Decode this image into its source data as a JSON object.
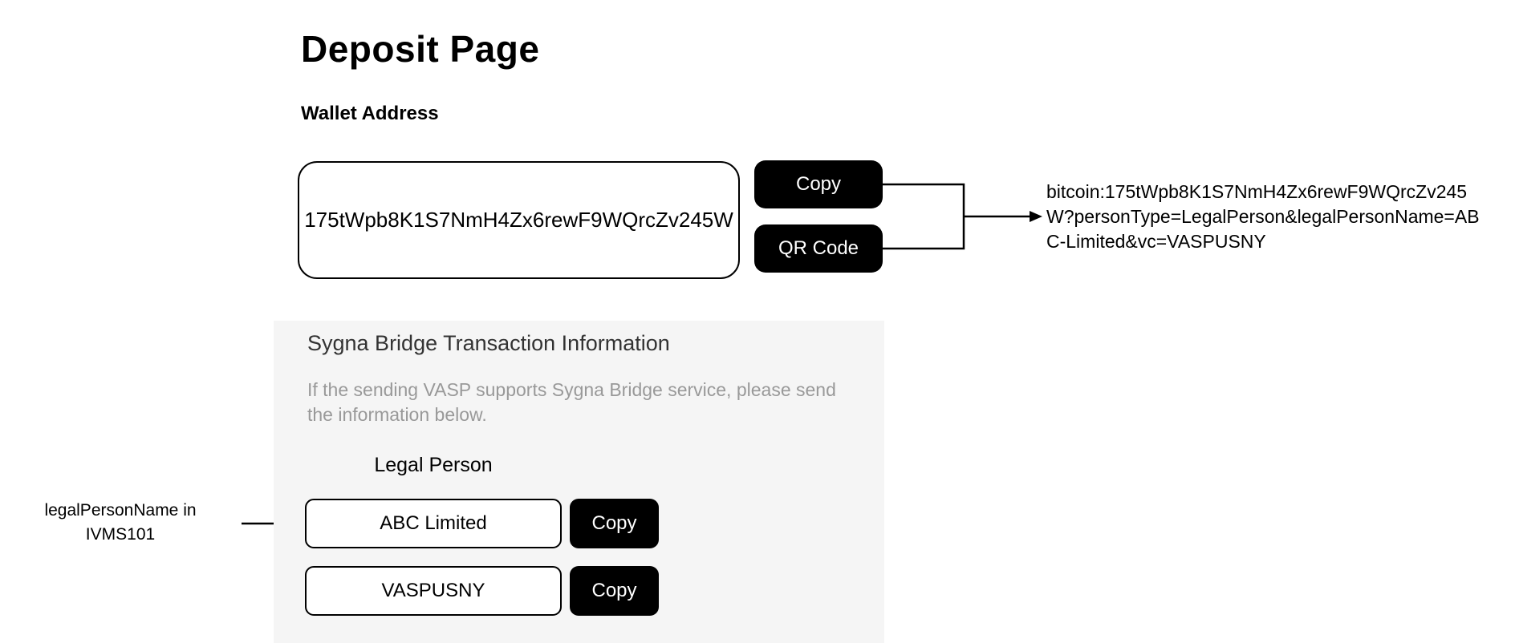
{
  "page_title": "Deposit Page",
  "wallet": {
    "section_label": "Wallet Address",
    "address": "175tWpb8K1S7NmH4Zx6rewF9WQrcZv245W",
    "copy_label": "Copy",
    "qr_label": "QR Code",
    "deposit_uri": "bitcoin:175tWpb8K1S7NmH4Zx6rewF9WQrcZv245W?personType=LegalPerson&legalPersonName=ABC-Limited&vc=VASPUSNY"
  },
  "sygna": {
    "title": "Sygna Bridge Transaction Information",
    "description": "If the sending VASP supports Sygna Bridge service, please send the information below.",
    "legal_person_heading": "Legal Person",
    "fields": [
      {
        "value": "ABC Limited",
        "copy_label": "Copy"
      },
      {
        "value": "VASPUSNY",
        "copy_label": "Copy"
      }
    ]
  },
  "annotation": {
    "text": "legalPersonName in IVMS101"
  },
  "colors": {
    "panel_bg": "#f5f5f5",
    "panel_title": "#333333",
    "panel_description": "#999999",
    "button_bg": "#000000",
    "button_text": "#ffffff",
    "border": "#000000"
  }
}
